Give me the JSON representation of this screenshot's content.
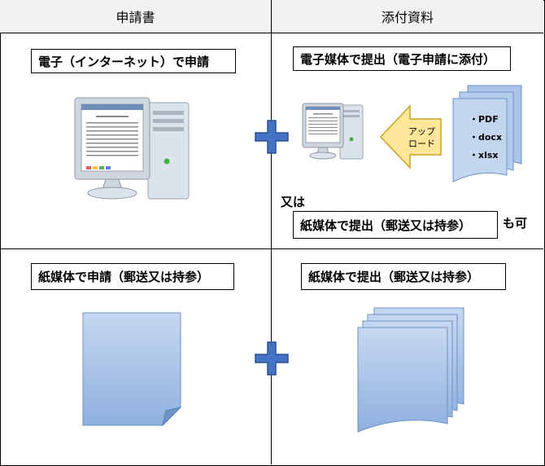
{
  "headers": {
    "application": "申請書",
    "attachments": "添付資料"
  },
  "labels": {
    "electronic_application": "電子（インターネット）で申請",
    "electronic_attachment": "電子媒体で提出（電子申請に添付）",
    "or_text": "又は",
    "paper_attachment_alt": "紙媒体で提出（郵送又は持参）",
    "also_ok": "も可",
    "paper_application": "紙媒体で申請（郵送又は持参）",
    "paper_attachment": "紙媒体で提出（郵送又は持参）"
  },
  "upload_arrow": {
    "line1": "アップ",
    "line2": "ロード"
  },
  "file_formats": [
    "PDF",
    "docx",
    "xlsx"
  ],
  "plus_symbol": "+",
  "colors": {
    "plus": "#4472c4",
    "plus_edge": "#2f528f",
    "doc_fill": "#a9c4e8",
    "arrow_fill": "#ffe699",
    "arrow_stroke": "#c9a227"
  }
}
